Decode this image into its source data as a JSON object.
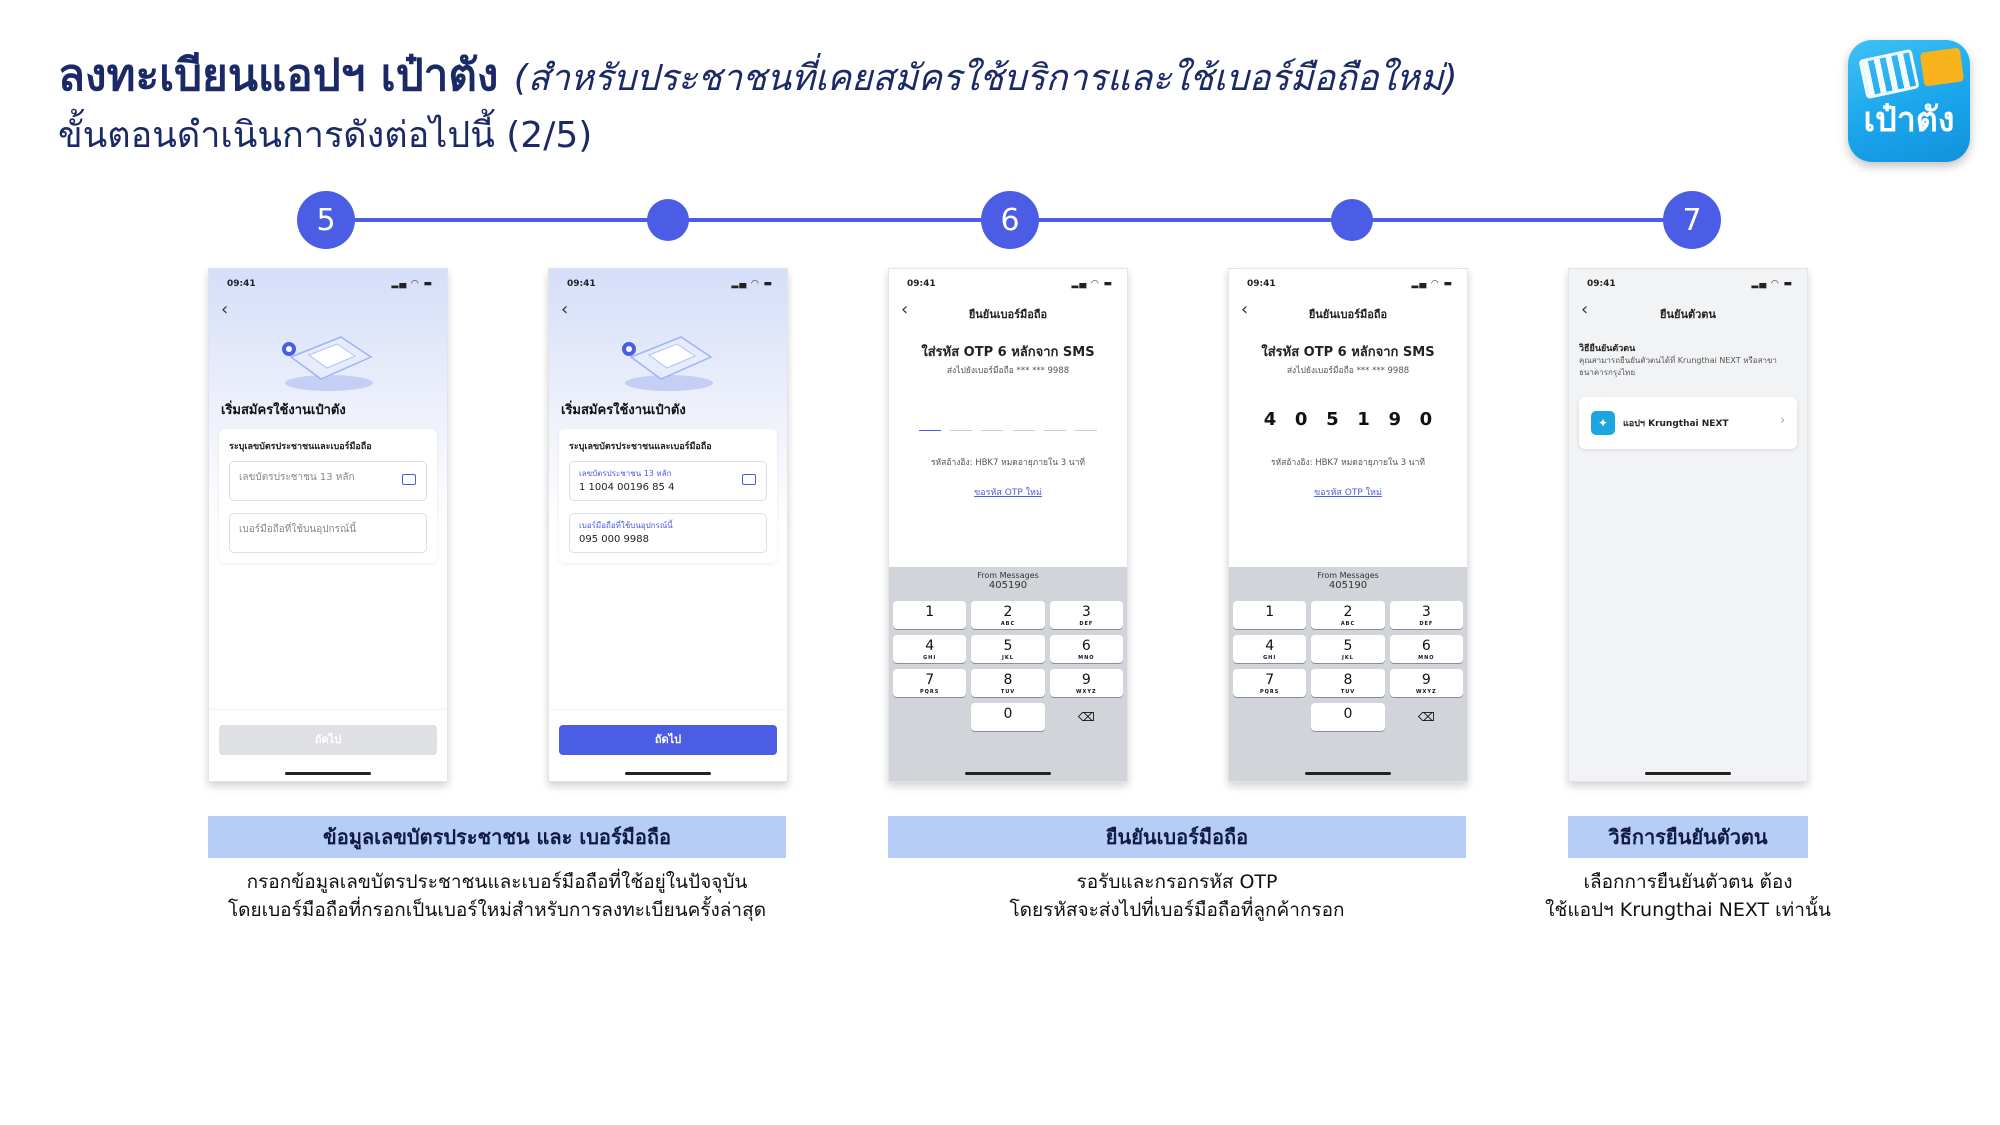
{
  "header": {
    "title": "ลงทะเบียนแอปฯ เป๋าตัง",
    "title_note": "(สำหรับประชาชนที่เคยสมัครใช้บริการและใช้เบอร์มือถือใหม่)",
    "subtitle": "ขั้นตอนดำเนินการดังต่อไปนี้ (2/5)",
    "logo_text": "เป๋าตัง"
  },
  "timeline": {
    "steps": [
      "5",
      "6",
      "7"
    ]
  },
  "phones": {
    "common": {
      "time": "09:41"
    },
    "register": {
      "heading": "เริ่มสมัครใช้งานเป๋าตัง",
      "card_label": "ระบุเลขบัตรประชาชนและเบอร์มือถือ",
      "id_placeholder": "เลขบัตรประชาชน 13 หลัก",
      "phone_placeholder": "เบอร์มือถือที่ใช้บนอุปกรณ์นี้",
      "id_label": "เลขบัตรประชาชน 13 หลัก",
      "id_value": "1 1004 00196 85 4",
      "phone_label": "เบอร์มือถือที่ใช้บนอุปกรณ์นี้",
      "phone_value": "095 000 9988",
      "next_label": "ถัดไป"
    },
    "otp": {
      "header": "ยืนยันเบอร์มือถือ",
      "title": "ใส่รหัส OTP 6 หลักจาก SMS",
      "sent_to": "ส่งไปยังเบอร์มือถือ *** *** 9988",
      "ref": "รหัสอ้างอิง: HBK7   หมดอายุภายใน 3 นาที",
      "resend": "ขอรหัส OTP ใหม่",
      "digits": [
        "4",
        "0",
        "5",
        "1",
        "9",
        "0"
      ],
      "from_messages": "From Messages",
      "suggested_code": "405190",
      "keys": [
        {
          "num": "1",
          "letters": ""
        },
        {
          "num": "2",
          "letters": "ABC"
        },
        {
          "num": "3",
          "letters": "DEF"
        },
        {
          "num": "4",
          "letters": "GHI"
        },
        {
          "num": "5",
          "letters": "JKL"
        },
        {
          "num": "6",
          "letters": "MNO"
        },
        {
          "num": "7",
          "letters": "PQRS"
        },
        {
          "num": "8",
          "letters": "TUV"
        },
        {
          "num": "9",
          "letters": "WXYZ"
        },
        {
          "num": "0",
          "letters": ""
        }
      ]
    },
    "verify": {
      "header": "ยืนยันตัวตน",
      "title": "วิธียืนยันตัวตน",
      "desc": "คุณสามารถยืนยันตัวตนได้ที่ Krungthai NEXT หรือสาขาธนาคารกรุงไทย",
      "option": "แอปฯ Krungthai NEXT"
    }
  },
  "captions": {
    "c1_title": "ข้อมูลเลขบัตรประชาชน และ เบอร์มือถือ",
    "c1_line1": "กรอกข้อมูลเลขบัตรประชาชนและเบอร์มือถือที่ใช้อยู่ในปัจจุบัน",
    "c1_line2": "โดยเบอร์มือถือที่กรอกเป็นเบอร์ใหม่สำหรับการลงทะเบียนครั้งล่าสุด",
    "c2_title": "ยืนยันเบอร์มือถือ",
    "c2_line1": "รอรับและกรอกรหัส OTP",
    "c2_line2": "โดยรหัสจะส่งไปที่เบอร์มือถือที่ลูกค้ากรอก",
    "c3_title": "วิธีการยืนยันตัวตน",
    "c3_line1": "เลือกการยืนยันตัวตน ต้อง",
    "c3_line2": "ใช้แอปฯ Krungthai NEXT เท่านั้น"
  }
}
